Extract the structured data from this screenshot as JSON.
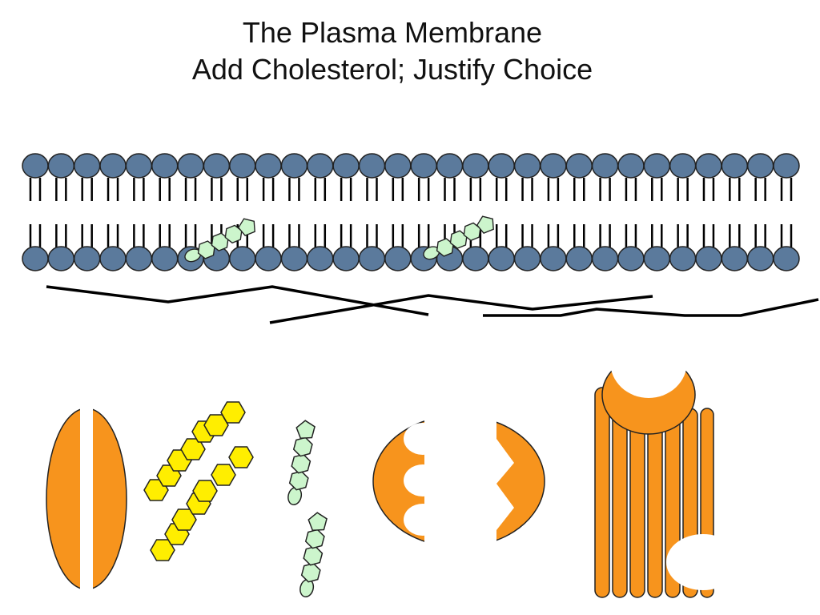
{
  "title": {
    "line1": "The Plasma Membrane",
    "line2": "Add Cholesterol; Justify Choice"
  },
  "membrane": {
    "outer_head_count": 30,
    "inner_head_count": 30,
    "embedded_cholesterol_count": 2
  },
  "choices": [
    {
      "name": "split-oval-choice",
      "icon": "split-oval"
    },
    {
      "name": "yellow-hexagon-chains-choice",
      "icon": "hexagon-chains"
    },
    {
      "name": "cholesterol-molecules-choice",
      "icon": "pentagon-ring-chains"
    },
    {
      "name": "notched-disk-choice",
      "icon": "notched-disk"
    },
    {
      "name": "channel-receptor-choice",
      "icon": "column-channel"
    }
  ],
  "colors": {
    "phospholipid_head": "#5b7a9c",
    "cholesterol_fill": "#ccf5cc",
    "protein_orange": "#f7941d",
    "hexagon_yellow": "#ffee00",
    "outline": "#222222"
  }
}
